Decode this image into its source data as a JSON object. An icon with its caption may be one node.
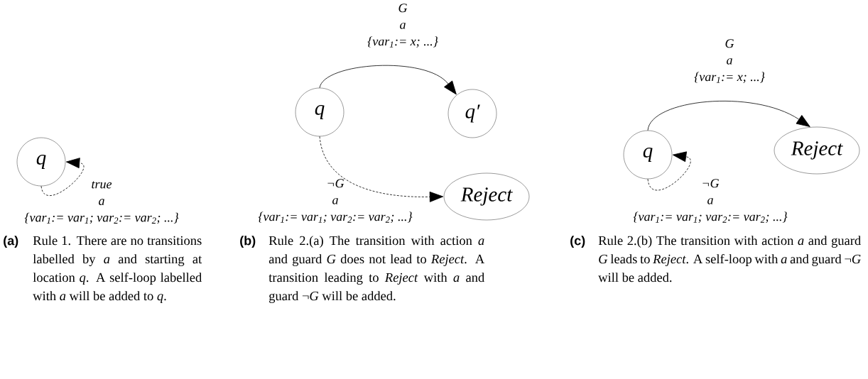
{
  "diagram": {
    "nodes": [
      {
        "text": [
          "q"
        ]
      },
      {
        "text": [
          "q"
        ]
      },
      {
        "text": [
          "q′"
        ]
      },
      {
        "text": [
          "Reject"
        ]
      },
      {
        "text": [
          "q"
        ]
      },
      {
        "text": [
          "Reject"
        ]
      }
    ],
    "edges": [
      {
        "from": 0,
        "to": 0,
        "arrow": "to",
        "style": "dashed",
        "label": "true a {var$_{1}$:= var$_{1}$; var$_{2}$:= var$_{2}$; ...}"
      },
      {
        "from": 1,
        "to": 2,
        "arrow": "to",
        "label": "G a {var$_{1}$:= x; ...}"
      },
      {
        "from": 1,
        "to": 3,
        "arrow": "to",
        "style": "dashed",
        "label": "¬G a {var$_{1}$:= var$_{1}$; var$_{2}$:= var$_{2}$; ...}"
      },
      {
        "from": 4,
        "to": 5,
        "arrow": "to",
        "label": "G a {var$_{1}$:= x; ...}"
      },
      {
        "from": 4,
        "to": 4,
        "arrow": "to",
        "style": "dashed",
        "label": "¬G a {var$_{1}$:= var$_{1}$; var$_{2}$:= var$_{2}$; ...}"
      }
    ],
    "labels": [
      "(a)",
      "Rule 1. There are no transitions labelled by *a* and starting at location *q*. A self-loop labelled with *a* will be added to *q*.",
      "(b)",
      "Rule 2.(a) The transition with action *a* and guard *G* does not lead to *Reject*. A transition leading to *Reject* with *a* and guard ¬*G* will be added.",
      "(c)",
      "Rule 2.(b) The transition with action *a* and guard *G* leads to *Reject*. A self-loop with *a* and guard ¬*G* will be added."
    ]
  }
}
